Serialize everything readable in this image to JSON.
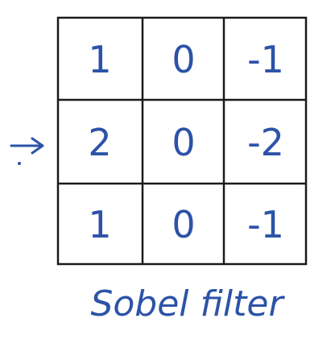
{
  "filter": {
    "rows": [
      [
        "1",
        "0",
        "-1"
      ],
      [
        "2",
        "0",
        "-2"
      ],
      [
        "1",
        "0",
        "-1"
      ]
    ]
  },
  "caption": "Sobel filter",
  "colors": {
    "ink": "#2c53a8",
    "grid": "#1a1a1a",
    "background": "#ffffff"
  },
  "icons": {
    "arrow": "right-arrow-icon"
  }
}
